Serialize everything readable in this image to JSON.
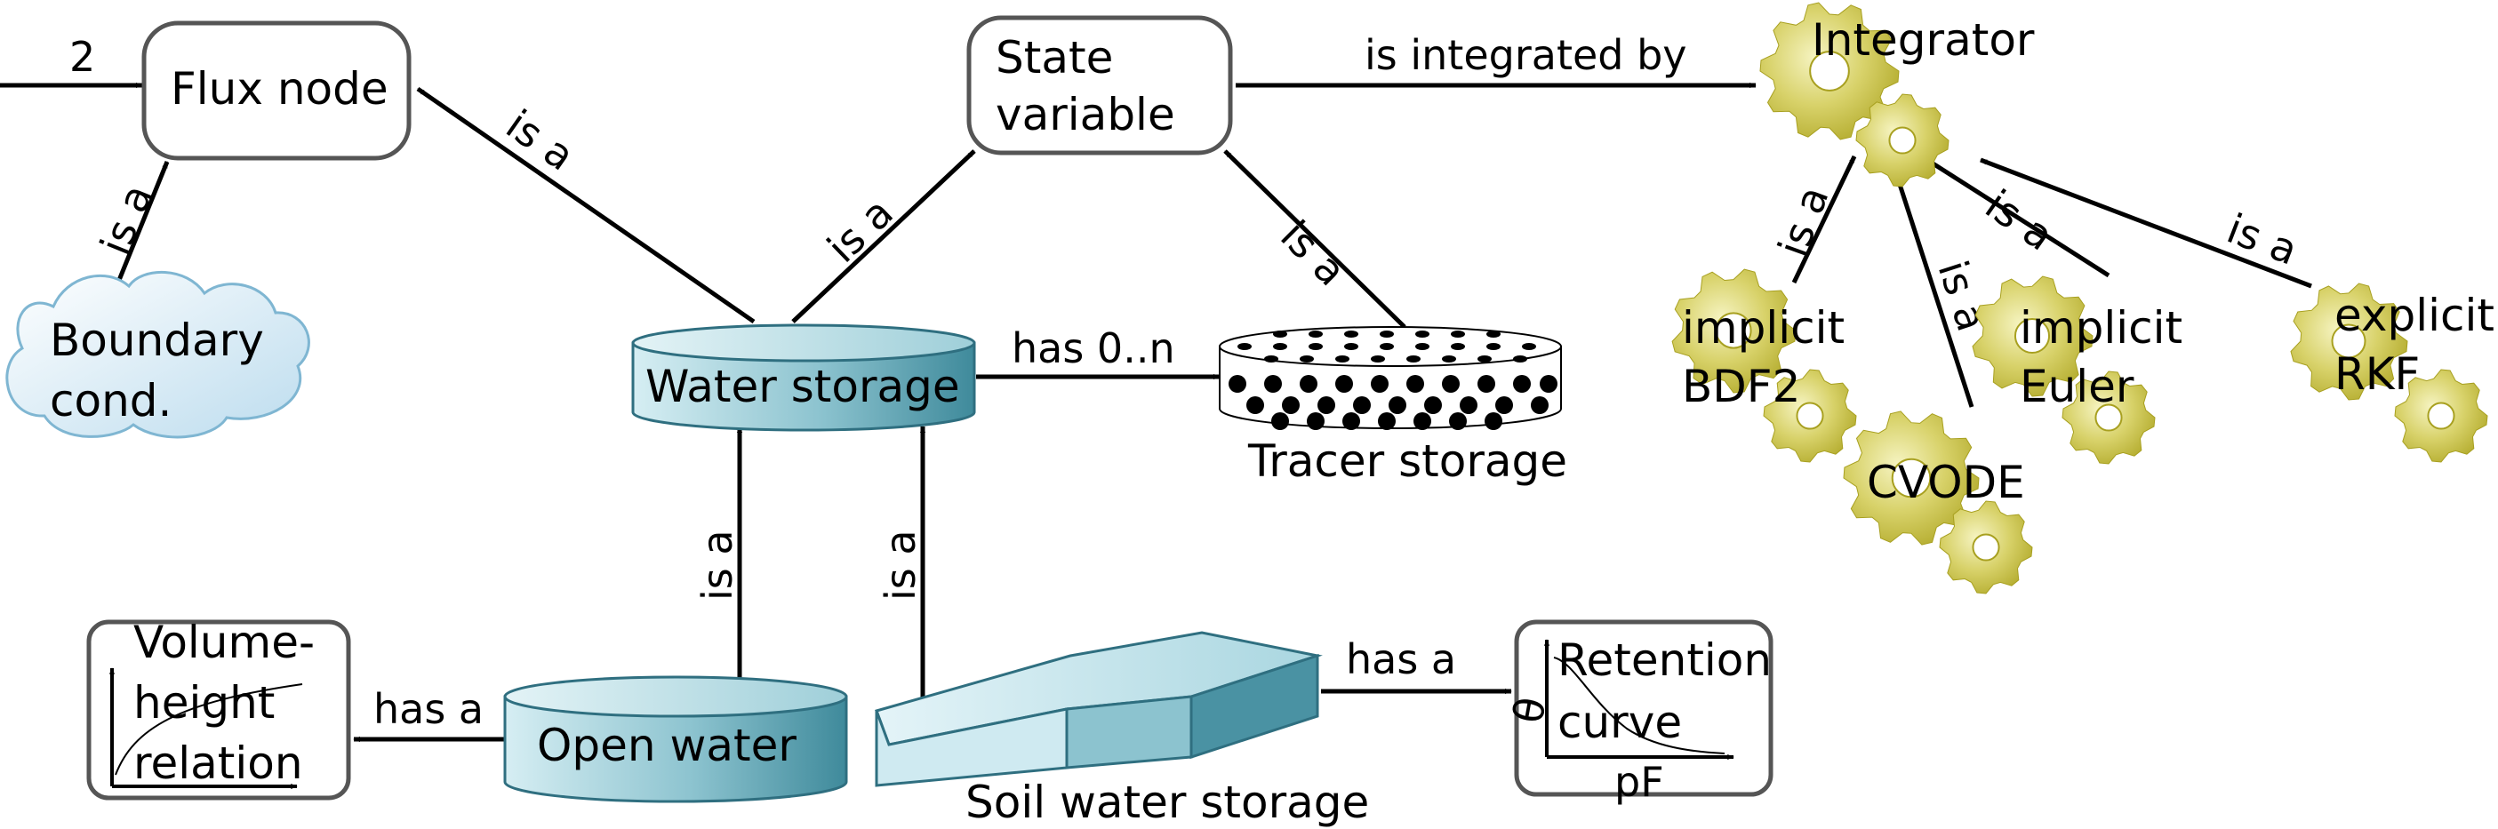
{
  "nodes": {
    "flux_node": "Flux node",
    "state_variable": [
      "State",
      "variable"
    ],
    "integrator": "Integrator",
    "boundary_cond": [
      "Boundary",
      "cond."
    ],
    "water_storage": "Water storage",
    "tracer_storage": "Tracer storage",
    "implicit_bdf2": [
      "implicit",
      "BDF2"
    ],
    "implicit_euler": [
      "implicit",
      "Euler"
    ],
    "explicit_rkf": [
      "explicit",
      "RKF"
    ],
    "cvode": "CVODE",
    "volume_height": [
      "Volume-",
      "height",
      "relation"
    ],
    "open_water": "Open water",
    "soil_water_storage": "Soil water storage",
    "retention_curve": [
      "Retention",
      "curve"
    ],
    "retention_axis_x": "pF",
    "retention_axis_y": "θ"
  },
  "edges": {
    "incoming_count": "2",
    "is_integrated_by": "is integrated by",
    "is_a": "is a",
    "has_0_n": "has 0..n",
    "has_a": "has a"
  },
  "colors": {
    "gear": "#c8c23a",
    "gear_light": "#f4f2b0",
    "water": "#9ccbd6",
    "water_dark": "#3e8c9e",
    "cloud": "#dceef8",
    "cloud_stroke": "#7fb6d2"
  }
}
